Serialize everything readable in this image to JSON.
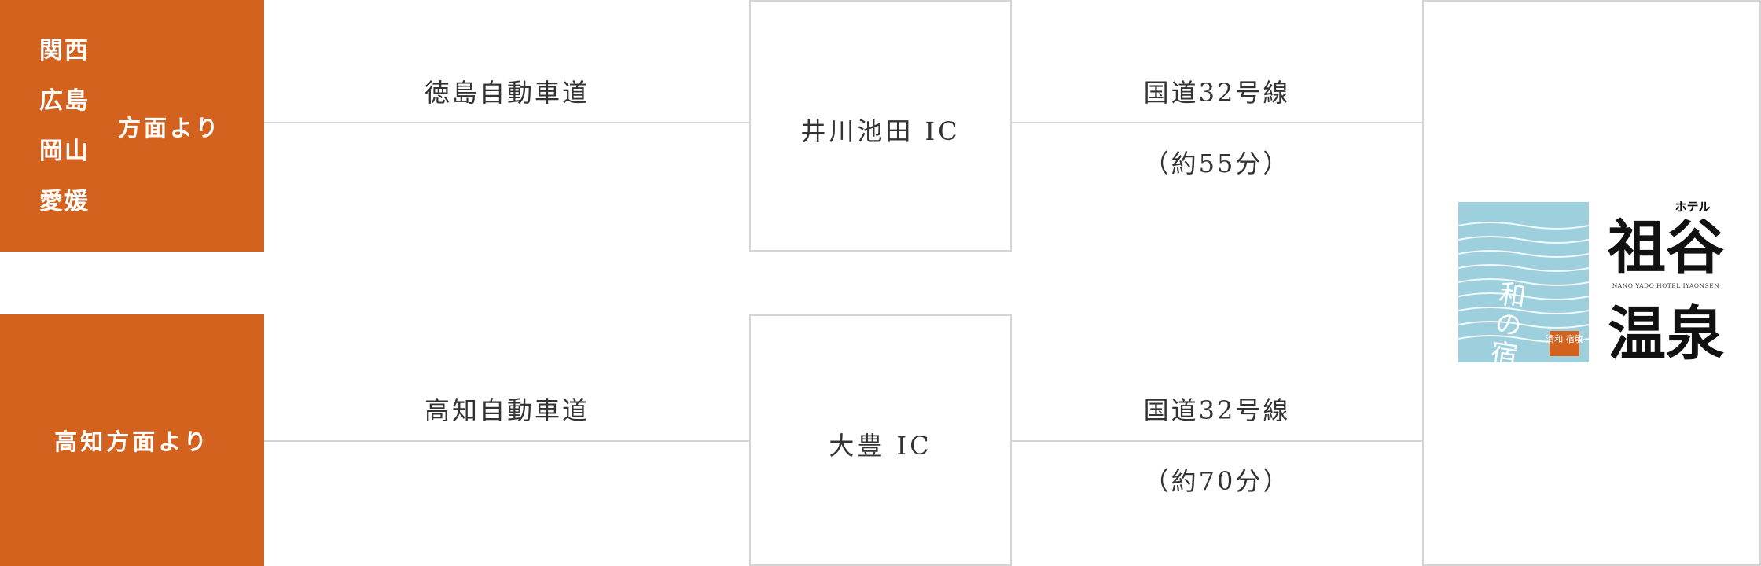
{
  "routes": [
    {
      "origin_regions": [
        "関西",
        "広島",
        "岡山",
        "愛媛"
      ],
      "origin_suffix": "方面より",
      "expressway": "徳島自動車道",
      "interchange": "井川池田 IC",
      "national_road": "国道32号線",
      "duration": "（約55分）"
    },
    {
      "origin_label": "高知方面より",
      "expressway": "高知自動車道",
      "interchange": "大豊 IC",
      "national_road": "国道32号線",
      "duration": "（約70分）"
    }
  ],
  "destination": {
    "logo_mark_text": "和の宿",
    "seal_text": "清和 宿敬",
    "hotel_small_text": "ホテル",
    "hotel_name_top": "祖谷",
    "hotel_romaji": "NANO YADO HOTEL IYAONSEN",
    "hotel_name_bottom": "温泉"
  },
  "colors": {
    "origin_bg": "#d4621f",
    "line": "#d5d5d5",
    "logo_panel": "#9dd0dc",
    "seal": "#d4621f"
  }
}
